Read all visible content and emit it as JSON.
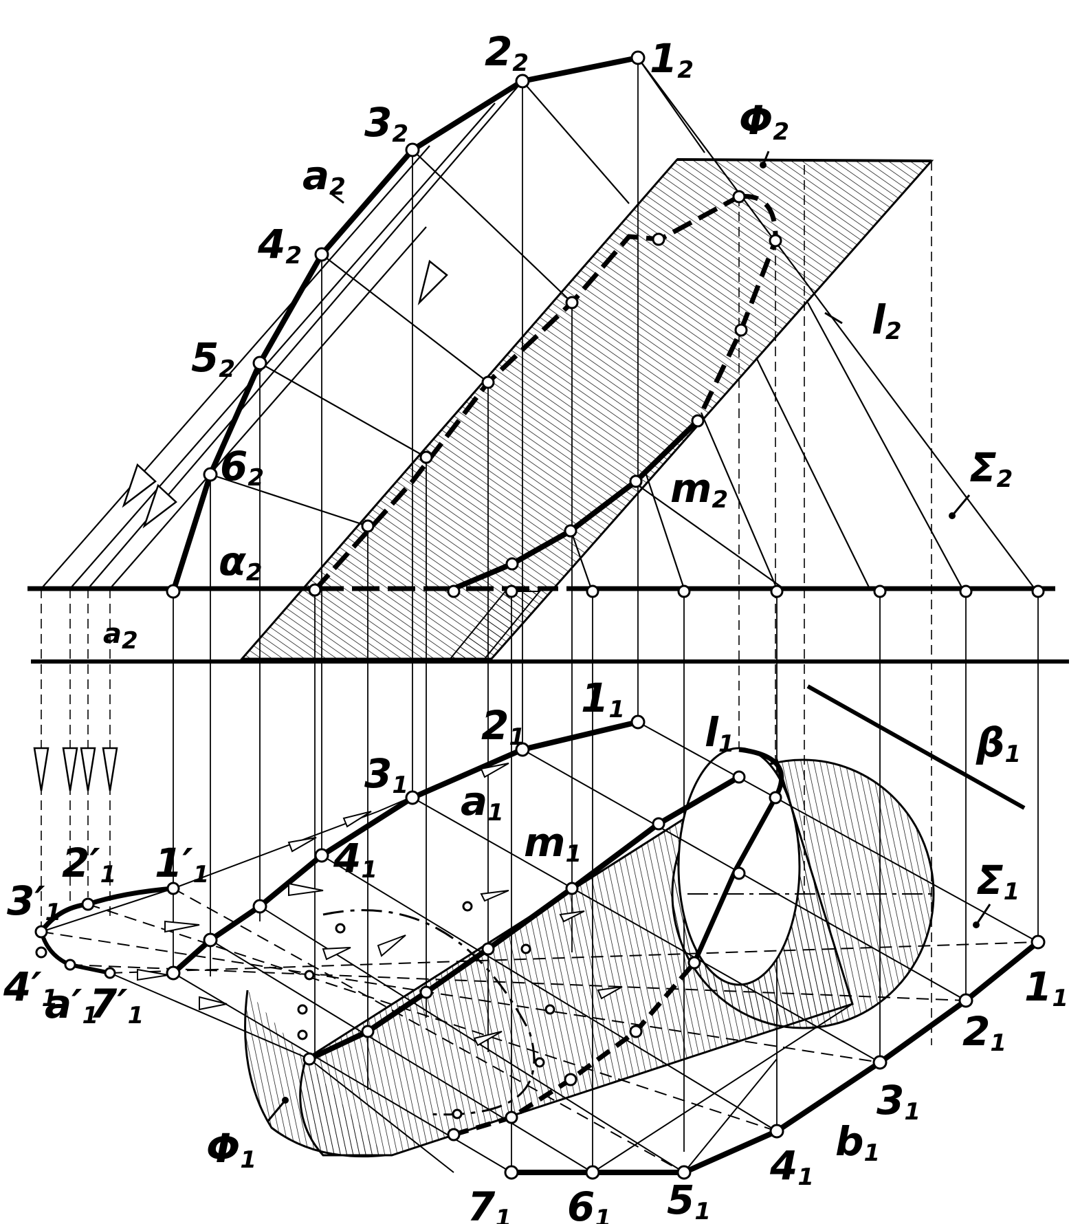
{
  "labels": {
    "p1_2": "1",
    "p1_2s": "2",
    "p2_2": "2",
    "p2_2s": "2",
    "p3_2": "3",
    "p3_2s": "2",
    "a_2": "a",
    "a_2s": "2",
    "p4_2": "4",
    "p4_2s": "2",
    "p5_2": "5",
    "p5_2s": "2",
    "p6_2": "6",
    "p6_2s": "2",
    "alpha_2": "α",
    "alpha_2s": "2",
    "aprime_2": "a",
    "aprime_2s": "2",
    "phi_2": "Φ",
    "phi_2s": "2",
    "l_2": "l",
    "l_2s": "2",
    "sigma_2": "Σ",
    "sigma_2s": "2",
    "m_2": "m",
    "m_2s": "2",
    "p1_1": "1",
    "p1_1s": "1",
    "p2_1": "2",
    "p2_1s": "1",
    "p3_1": "3",
    "p3_1s": "1",
    "l_1": "l",
    "l_1s": "1",
    "beta_1": "β",
    "beta_1s": "1",
    "a_1": "a",
    "a_1s": "1",
    "m_1": "m",
    "m_1s": "1",
    "p4_1": "4",
    "p4_1s": "1",
    "sigma_1": "Σ",
    "sigma_1s": "1",
    "q1_1": "1",
    "q1_1s": "1",
    "q2_1": "2",
    "q2_1s": "1",
    "q3_1": "3",
    "q3_1s": "1",
    "q4_1": "4",
    "q4_1s": "1",
    "q5_1": "5",
    "q5_1s": "1",
    "q6_1": "6",
    "q6_1s": "1",
    "q7_1": "7",
    "q7_1s": "1",
    "b_1": "b",
    "b_1s": "1",
    "phi_1": "Φ",
    "phi_1s": "1",
    "pp1_1": "1′",
    "pp1_1s": "1",
    "pp2_1": "2′",
    "pp2_1s": "1",
    "pp3_1": "3′",
    "pp3_1s": "1",
    "pp4_1": "4′",
    "pp4_1s": "1",
    "pa_1": "a′",
    "pa_1s": "1",
    "pp7_1": "7′",
    "pp7_1s": "1"
  }
}
